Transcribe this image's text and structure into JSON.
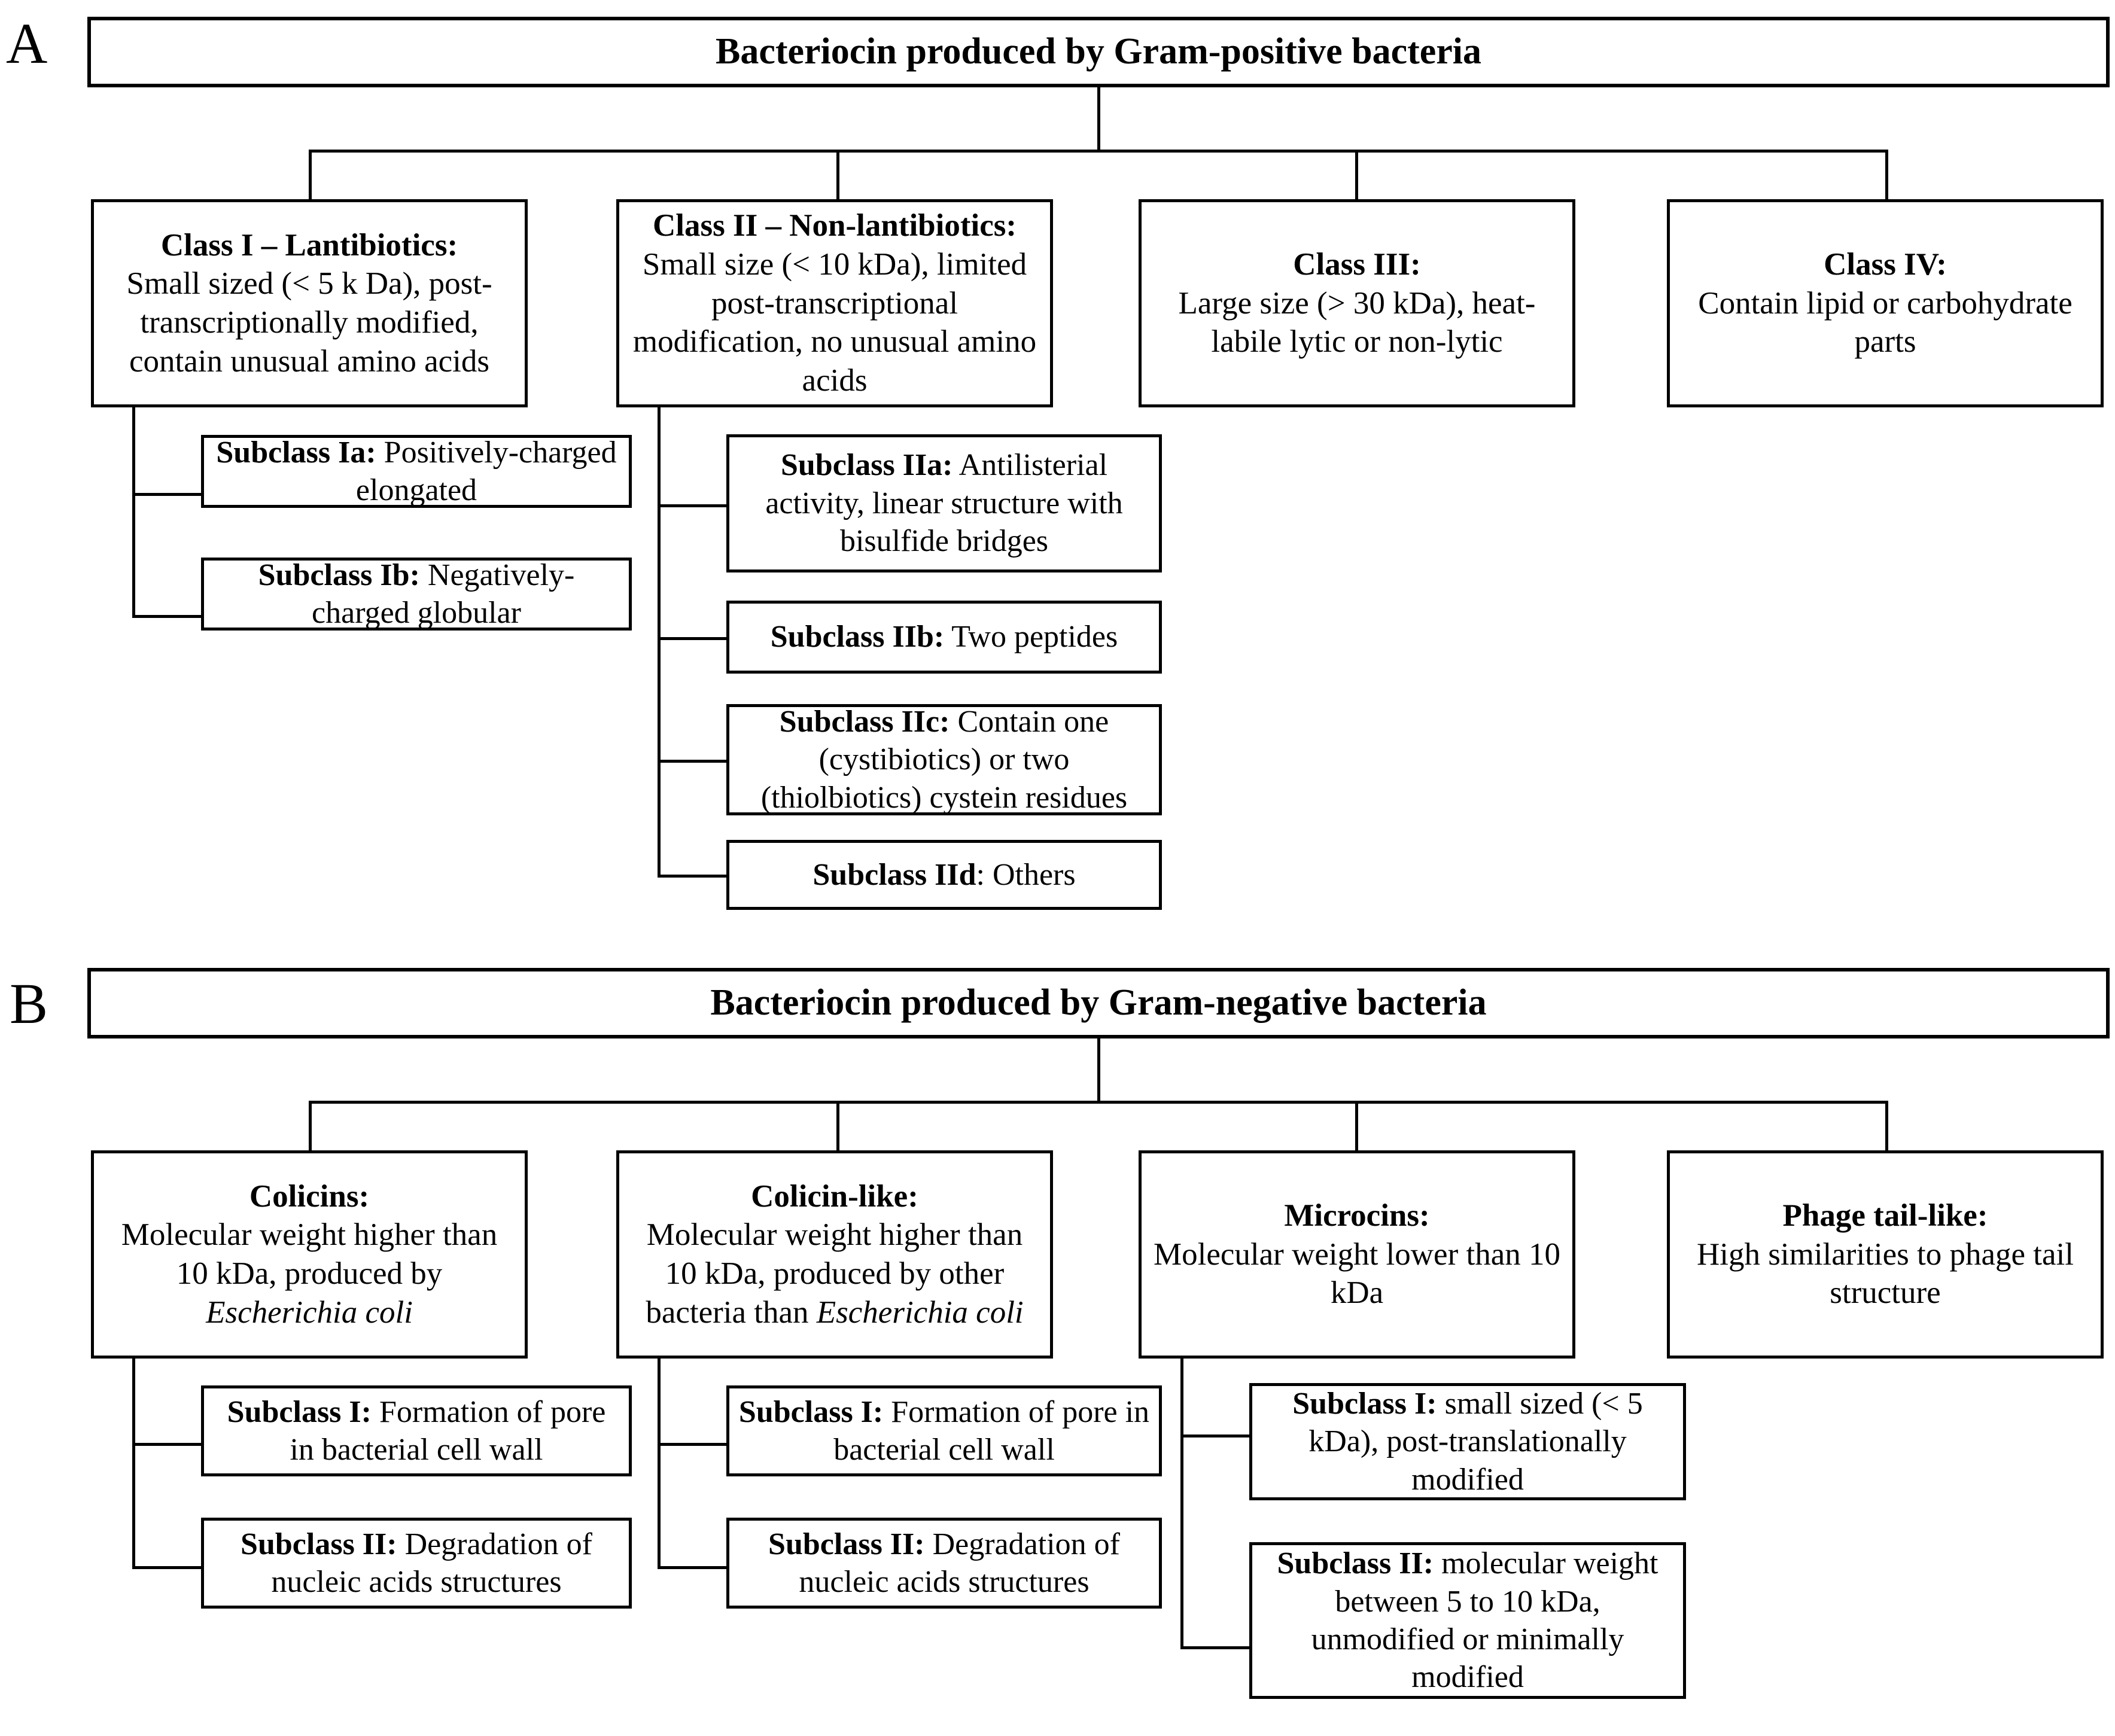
{
  "figure": {
    "panels": [
      {
        "letter": "A",
        "header": "Bacteriocin produced by Gram-positive bacteria",
        "classes": [
          {
            "title": "Class I – Lantibiotics:",
            "description": "Small sized (< 5 k Da), post-transcriptionally modified, contain unusual amino acids",
            "subclasses": [
              {
                "title": "Subclass Ia:",
                "description": " Positively-charged elongated"
              },
              {
                "title": "Subclass Ib:",
                "description": " Negatively-charged globular"
              }
            ]
          },
          {
            "title": "Class II – Non-lantibiotics:",
            "description": "Small size (< 10 kDa), limited post-transcriptional modification, no unusual amino acids",
            "subclasses": [
              {
                "title": "Subclass IIa:",
                "description": " Antilisterial activity, linear structure with bisulfide bridges"
              },
              {
                "title": "Subclass IIb:",
                "description": " Two peptides"
              },
              {
                "title": "Subclass IIc:",
                "description": " Contain one (cystibiotics) or two (thiolbiotics) cystein residues"
              },
              {
                "title": "Subclass IId",
                "description": ": Others"
              }
            ]
          },
          {
            "title": "Class III:",
            "description": "Large size (> 30 kDa), heat-labile lytic or non-lytic",
            "subclasses": []
          },
          {
            "title": "Class IV:",
            "description": "Contain lipid or carbohydrate parts",
            "subclasses": []
          }
        ]
      },
      {
        "letter": "B",
        "header": "Bacteriocin produced by Gram-negative bacteria",
        "classes": [
          {
            "title": "Colicins:",
            "description": "Molecular weight higher than 10 kDa, produced by ",
            "description_italic": "Escherichia coli",
            "subclasses": [
              {
                "title": "Subclass I:",
                "description": " Formation of pore in bacterial cell wall"
              },
              {
                "title": "Subclass II:",
                "description": " Degradation of nucleic acids structures"
              }
            ]
          },
          {
            "title": "Colicin-like:",
            "description": "Molecular weight higher than 10 kDa, produced by other bacteria than ",
            "description_italic": "Escherichia coli",
            "subclasses": [
              {
                "title": "Subclass I:",
                "description": " Formation of pore in bacterial cell wall"
              },
              {
                "title": "Subclass II:",
                "description": " Degradation of nucleic acids structures"
              }
            ]
          },
          {
            "title": "Microcins:",
            "description": "Molecular weight lower than 10 kDa",
            "subclasses": [
              {
                "title": "Subclass I:",
                "description": " small sized (< 5 kDa), post-translationally modified"
              },
              {
                "title": "Subclass II:",
                "description": " molecular weight between 5 to 10 kDa, unmodified or minimally modified"
              }
            ]
          },
          {
            "title": "Phage tail-like:",
            "description": "High similarities to phage tail structure",
            "subclasses": []
          }
        ]
      }
    ]
  },
  "colors": {
    "line": "#000000",
    "background": "#ffffff",
    "text": "#000000"
  }
}
